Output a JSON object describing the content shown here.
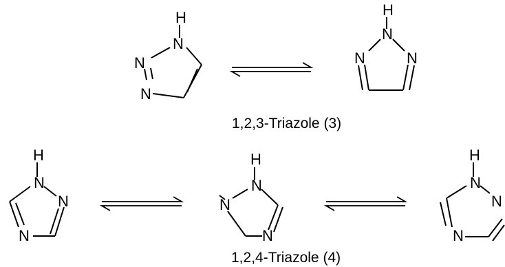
{
  "atoms": {
    "hydrogen": "H",
    "nitrogen": "N"
  },
  "captions": {
    "triazole_123": "1,2,3-Triazole (3)",
    "triazole_124": "1,2,4-Triazole (4)"
  }
}
